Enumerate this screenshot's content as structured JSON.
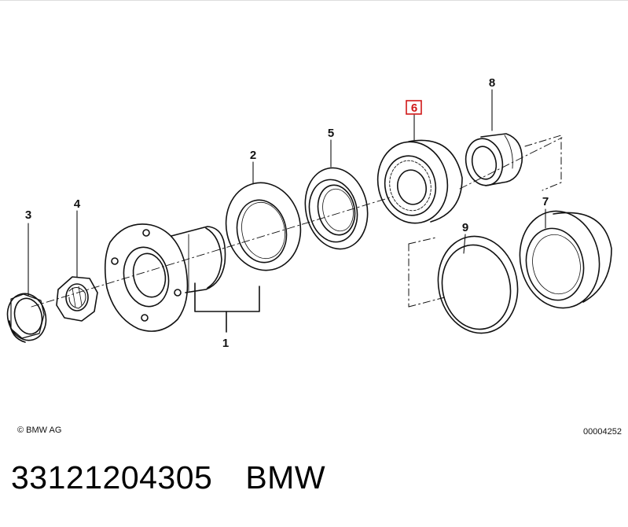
{
  "callouts": [
    {
      "id": "c1",
      "label": "1"
    },
    {
      "id": "c2",
      "label": "2"
    },
    {
      "id": "c3",
      "label": "3"
    },
    {
      "id": "c4",
      "label": "4"
    },
    {
      "id": "c5",
      "label": "5"
    },
    {
      "id": "c6",
      "label": "6",
      "highlighted": true
    },
    {
      "id": "c7",
      "label": "7"
    },
    {
      "id": "c8",
      "label": "8"
    },
    {
      "id": "c9",
      "label": "9"
    }
  ],
  "footer": {
    "copyright": "© BMW AG",
    "doc_number": "00004252"
  },
  "part": {
    "number": "33121204305",
    "brand": "BMW"
  },
  "colors": {
    "highlight": "#d01818",
    "line": "#111111"
  }
}
